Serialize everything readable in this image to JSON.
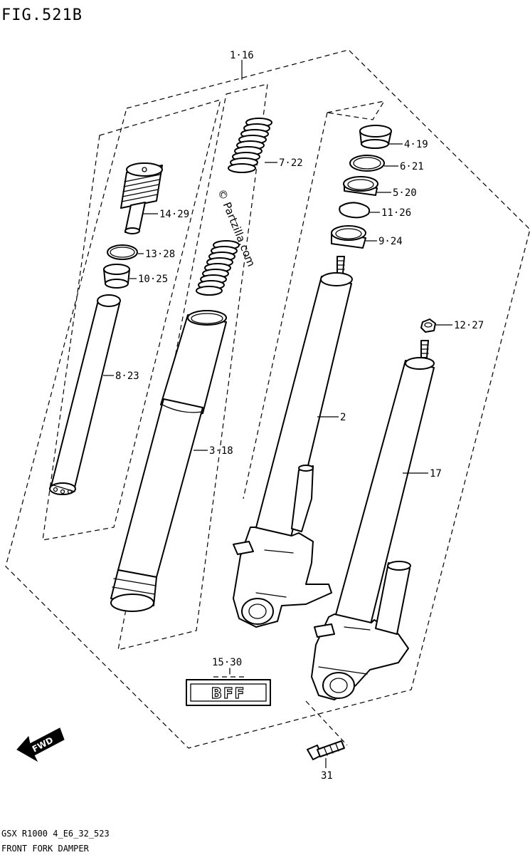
{
  "figure": {
    "title": "FIG.521B",
    "code_line": "GSX R1000 4_E6_32_523",
    "caption": "FRONT FORK DAMPER"
  },
  "watermark": "© Partzilla.com",
  "fwd_label": "FWD",
  "label_plate_text": "BFF",
  "callouts": [
    {
      "id": "assembly",
      "text": "1·16"
    },
    {
      "id": "p14",
      "text": "14·29"
    },
    {
      "id": "p13",
      "text": "13·28"
    },
    {
      "id": "p10",
      "text": "10·25"
    },
    {
      "id": "p8",
      "text": "8·23"
    },
    {
      "id": "p7",
      "text": "7·22"
    },
    {
      "id": "p3",
      "text": "3·18"
    },
    {
      "id": "p4",
      "text": "4·19"
    },
    {
      "id": "p6",
      "text": "6·21"
    },
    {
      "id": "p5",
      "text": "5·20"
    },
    {
      "id": "p11",
      "text": "11·26"
    },
    {
      "id": "p9",
      "text": "9·24"
    },
    {
      "id": "p12",
      "text": "12·27"
    },
    {
      "id": "p2",
      "text": "2"
    },
    {
      "id": "p17",
      "text": "17"
    },
    {
      "id": "p15",
      "text": "15·30"
    },
    {
      "id": "p31",
      "text": "31"
    }
  ]
}
